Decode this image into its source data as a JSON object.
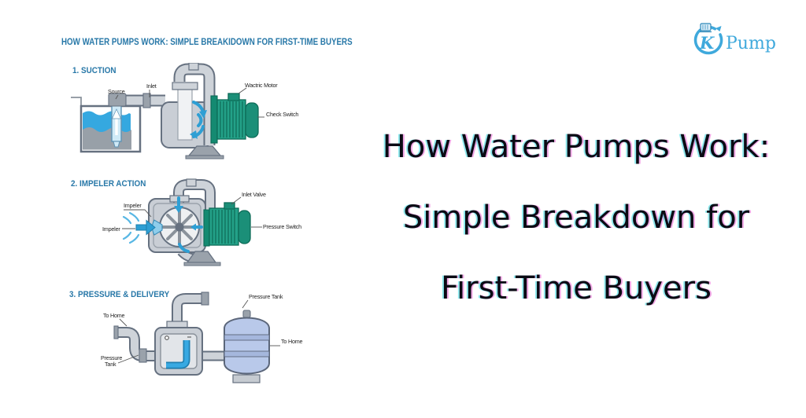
{
  "header": {
    "title": "HOW WATER PUMPS WORK: SIMPLE BREAKIDOWN FOR FIRST-TIME BUYERS"
  },
  "logo": {
    "monogram": "K",
    "brand": "Pump"
  },
  "hero": {
    "line1": "How Water Pumps Work:",
    "line2": "Simple Breakdown for",
    "line3": "First-Time Buyers"
  },
  "diagram1": {
    "heading": "1. SUCTION",
    "label_source": "Source",
    "label_inlet": "Inlet",
    "label_motor": "Wactric Motor",
    "label_switch": "Check Switch"
  },
  "diagram2": {
    "heading": "2. IMPELER ACTION",
    "label_impeler_top": "Impeler",
    "label_impeler_left": "Impeler",
    "label_inlet_valve": "Inlet Valve",
    "label_pressure_switch": "Pressure Switch"
  },
  "diagram3": {
    "heading": "3. PRESSURE & DELIVERY",
    "label_to_home_left": "To Home",
    "label_pressure_l1": "Pressure",
    "label_pressure_l2": "Tank",
    "label_pressure_tank_top": "Pressure Tank",
    "label_to_home_right": "To Home"
  },
  "colors": {
    "heading_blue": "#2878a8",
    "logo_blue": "#3fa9dc",
    "motor_teal": "#23a188",
    "water_blue": "#35a8e0",
    "tank_blue": "#b9c9ea",
    "title_color": "#0b0b14"
  }
}
